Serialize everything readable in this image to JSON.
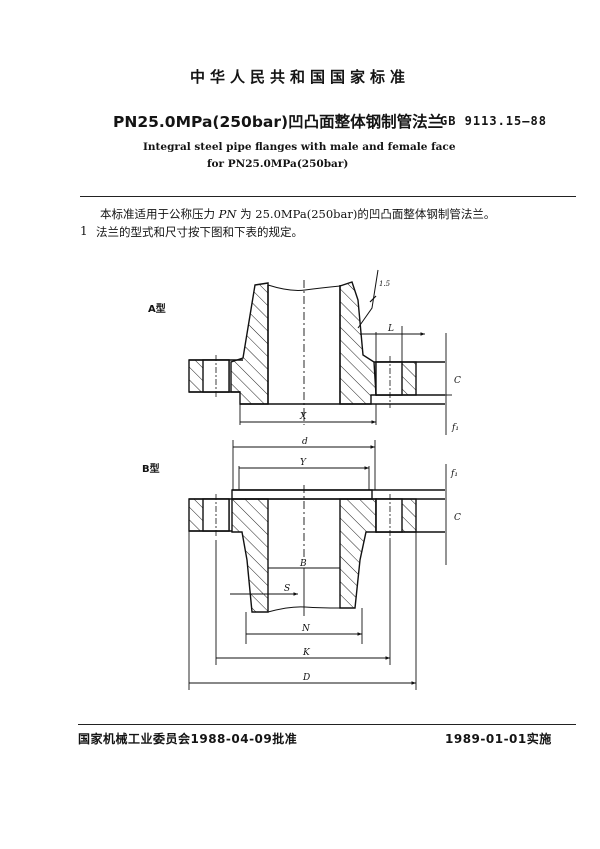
{
  "header": {
    "national_standard": "中华人民共和国国家标准",
    "title_cn": "PN25.0MPa(250bar)凹凸面整体钢制管法兰",
    "standard_code": "GB 9113.15—88",
    "title_en_line1": "Integral steel pipe flanges with male and female face",
    "title_en_line2": "for PN25.0MPa(250bar)"
  },
  "body": {
    "intro_before": "本标准适用于公称压力 ",
    "intro_pn": "PN",
    "intro_after": " 为 25.0MPa(250bar)的凹凸面整体钢制管法兰。",
    "clause_number": "1",
    "clause_text": "法兰的型式和尺寸按下图和下表的规定。"
  },
  "figure": {
    "type_a_label": "A型",
    "type_b_label": "B型",
    "dimensions_a": {
      "L": "L",
      "C": "C",
      "f1": "f₁",
      "X": "X",
      "surface_finish": "1.5"
    },
    "dimensions_b": {
      "d": "d",
      "Y": "Y",
      "f1": "f₁",
      "C": "C",
      "B": "B",
      "S": "S",
      "N": "N",
      "K": "K",
      "D": "D"
    }
  },
  "footer": {
    "approved": "国家机械工业委员会1988-04-09批准",
    "effective": "1989-01-01实施"
  }
}
